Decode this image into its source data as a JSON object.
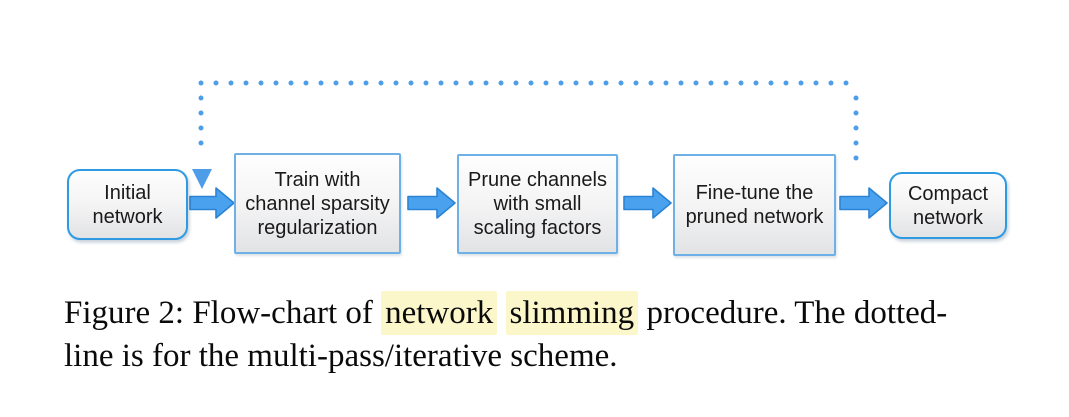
{
  "figure": {
    "flowchart": {
      "steps": [
        {
          "id": "initial-network",
          "label": "Initial\nnetwork",
          "shape": "rounded"
        },
        {
          "id": "train-sparsity",
          "label": "Train with\nchannel sparsity\nregularization",
          "shape": "rect"
        },
        {
          "id": "prune-channels",
          "label": "Prune channels\nwith small\nscaling factors",
          "shape": "rect"
        },
        {
          "id": "fine-tune",
          "label": "Fine-tune the\npruned network",
          "shape": "rect"
        },
        {
          "id": "compact-network",
          "label": "Compact\nnetwork",
          "shape": "rounded"
        }
      ]
    },
    "caption": {
      "segments": [
        {
          "text": "Figure 2: Flow-chart of ",
          "highlight": false
        },
        {
          "text": "network",
          "highlight": true
        },
        {
          "text": " ",
          "highlight": false
        },
        {
          "text": "slimming",
          "highlight": true
        },
        {
          "text": " procedure. The dotted-",
          "highlight": false
        }
      ],
      "line2": "line is for the multi-pass/iterative scheme."
    },
    "colors": {
      "arrow_fill": "#4aa2ee",
      "arrow_stroke": "#2b83d4",
      "dotted_line": "#4d9de8",
      "end_box_border": "#2e9ae2",
      "mid_box_border": "#6fb1e6",
      "box_fill_top": "#fefefe",
      "box_fill_bottom": "#e2e3e5",
      "caption_highlight": "#fbf7cb"
    }
  }
}
